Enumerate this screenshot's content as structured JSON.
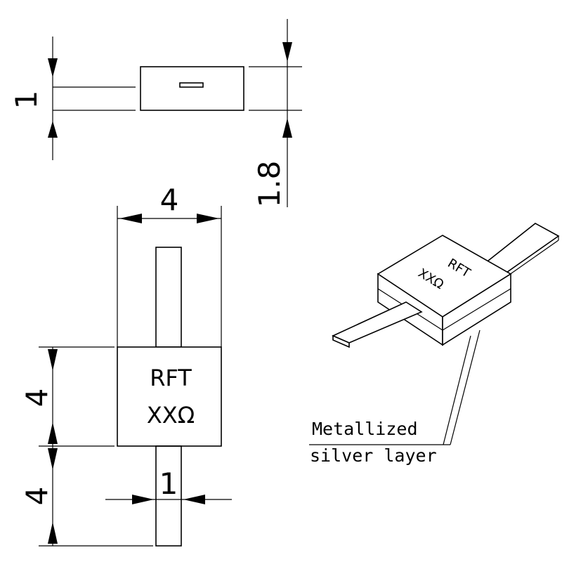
{
  "dimensions": {
    "top_lead_thickness": "1",
    "top_body_height": "1.8",
    "body_width": "4",
    "body_length": "4",
    "lead_length": "4",
    "lead_width": "1"
  },
  "marking": {
    "line1": "RFT",
    "line2": "XXΩ"
  },
  "iso_marking": {
    "line1": "RFT",
    "line2": "XXΩ"
  },
  "callout": {
    "line1": "Metallized",
    "line2": "silver layer"
  }
}
